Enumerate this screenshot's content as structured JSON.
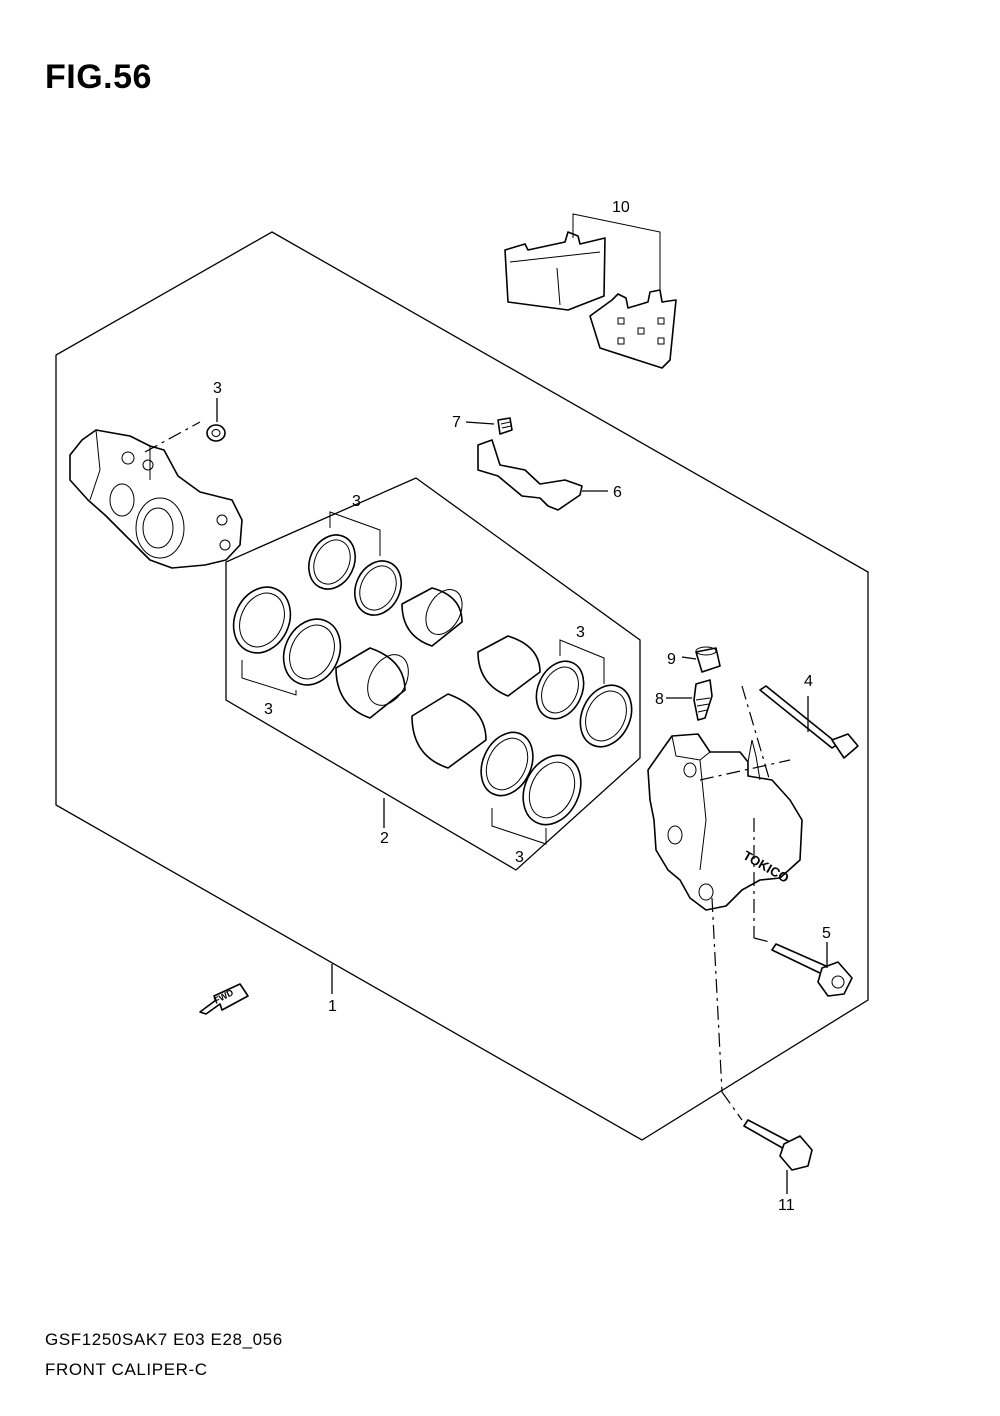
{
  "figure": {
    "title": "FIG.56"
  },
  "footer": {
    "model_code": "GSF1250SAK7 E03 E28_056",
    "section_name": "FRONT CALIPER-C"
  },
  "callouts": {
    "c1": "1",
    "c2": "2",
    "c3a": "3",
    "c3b": "3",
    "c3c": "3",
    "c3d": "3",
    "c3e": "3",
    "c4": "4",
    "c5": "5",
    "c6": "6",
    "c7": "7",
    "c8": "8",
    "c9": "9",
    "c10": "10",
    "c11": "11"
  },
  "arrow_label": "FWD",
  "caliper_brand": "TOKICO"
}
